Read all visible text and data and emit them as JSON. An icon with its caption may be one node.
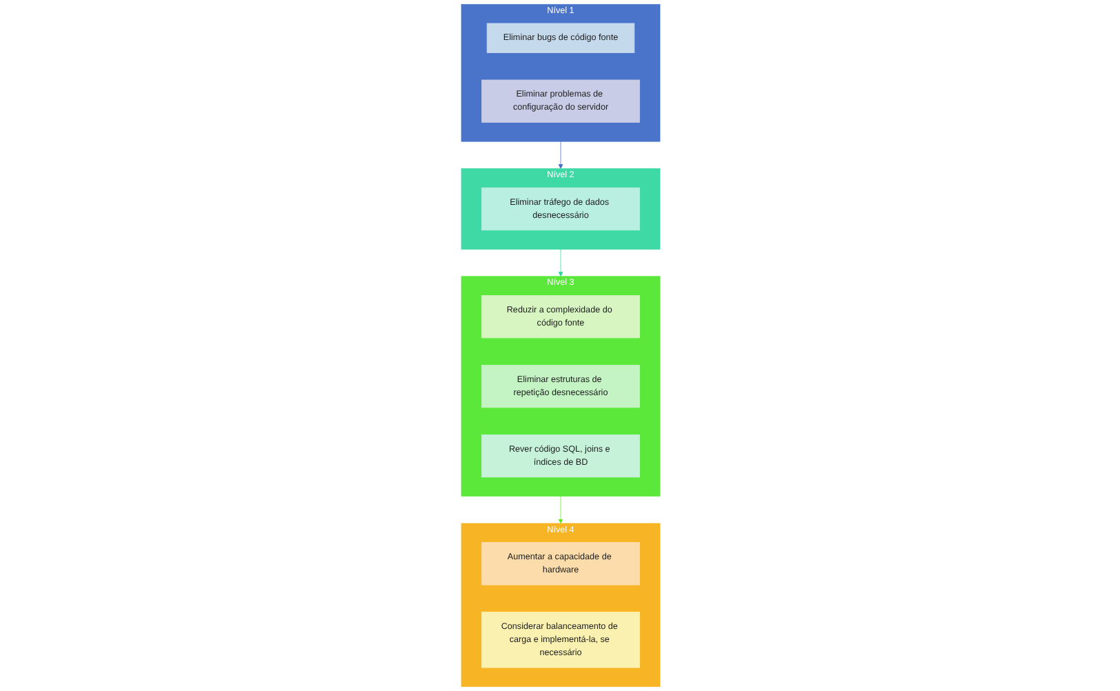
{
  "diagram": {
    "nodes": [
      {
        "text": [
          "Nível 1"
        ]
      },
      {
        "text": [
          "Eliminar bugs de código fonte"
        ],
        "in": 0
      },
      {
        "text": [
          "Eliminar problemas de configuração do servidor"
        ],
        "in": 0
      },
      {
        "text": [
          "Nível 2"
        ]
      },
      {
        "text": [
          "Eliminar tráfego de dados desnecessário"
        ],
        "in": 3
      },
      {
        "text": [
          "Nível 3"
        ]
      },
      {
        "text": [
          "Reduzir a complexidade do código fonte"
        ],
        "in": 5
      },
      {
        "text": [
          "Eliminar estruturas de repetição desnecessário"
        ],
        "in": 5
      },
      {
        "text": [
          "Rever código SQL, joins e índices de BD"
        ],
        "in": 5
      },
      {
        "text": [
          "Nível 4"
        ]
      },
      {
        "text": [
          "Aumentar a capacidade de hardware"
        ],
        "in": 9
      },
      {
        "text": [
          "Considerar balanceamento de carga e implementá-la, se necessário"
        ],
        "in": 9
      }
    ],
    "edges": [
      {
        "from": 0,
        "to": 3,
        "arrow": "to",
        "color": "#3f6cc4"
      },
      {
        "from": 3,
        "to": 5,
        "arrow": "to",
        "color": "#2fd79d"
      },
      {
        "from": 5,
        "to": 9,
        "arrow": "to",
        "color": "#5ee81c"
      }
    ]
  }
}
